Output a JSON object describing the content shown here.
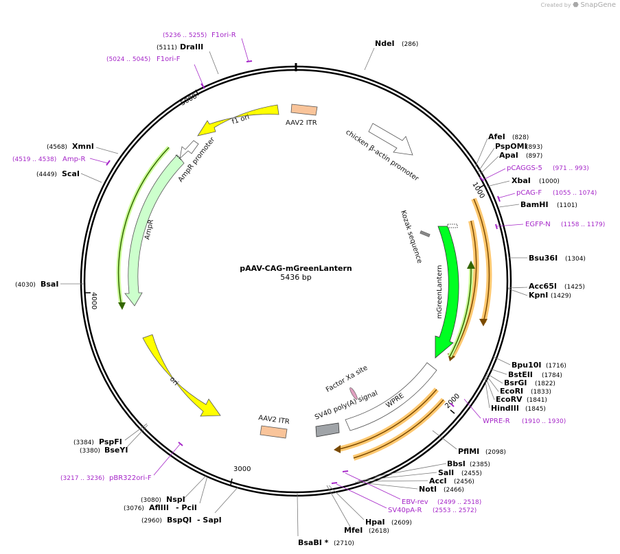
{
  "header": {
    "created_by": "Created by",
    "brand": "SnapGene"
  },
  "plasmid": {
    "name": "pAAV-CAG-mGreenLantern",
    "length_label": "5436 bp"
  },
  "ticks": [
    "1000",
    "2000",
    "3000",
    "4000",
    "5000"
  ],
  "sites": [
    {
      "name": "NdeI",
      "pos": "(286)"
    },
    {
      "name": "AfeI",
      "pos": "(828)"
    },
    {
      "name": "PspOMI",
      "pos": "(893)"
    },
    {
      "name": "ApaI",
      "pos": "(897)"
    },
    {
      "name": "XbaI",
      "pos": "(1000)"
    },
    {
      "name": "BamHI",
      "pos": "(1101)"
    },
    {
      "name": "Bsu36I",
      "pos": "(1304)"
    },
    {
      "name": "Acc65I",
      "pos": "(1425)"
    },
    {
      "name": "KpnI",
      "pos": "(1429)"
    },
    {
      "name": "Bpu10I",
      "pos": "(1716)"
    },
    {
      "name": "BstEII",
      "pos": "(1784)"
    },
    {
      "name": "BsrGI",
      "pos": "(1822)"
    },
    {
      "name": "EcoRI",
      "pos": "(1833)"
    },
    {
      "name": "EcoRV",
      "pos": "(1841)"
    },
    {
      "name": "HindIII",
      "pos": "(1845)"
    },
    {
      "name": "PflMI",
      "pos": "(2098)"
    },
    {
      "name": "BbsI",
      "pos": "(2385)"
    },
    {
      "name": "SalI",
      "pos": "(2455)"
    },
    {
      "name": "AccI",
      "pos": "(2456)"
    },
    {
      "name": "NotI",
      "pos": "(2466)"
    },
    {
      "name": "HpaI",
      "pos": "(2609)"
    },
    {
      "name": "MfeI",
      "pos": "(2618)"
    },
    {
      "name": "BsaBI *",
      "pos": "(2710)"
    },
    {
      "name": "BspQI",
      "pos": "(2960)",
      "extra": "- SapI"
    },
    {
      "name": "AflIII",
      "pos": "(3076)",
      "extra": "- PciI"
    },
    {
      "name": "NspI",
      "pos": "(3080)"
    },
    {
      "name": "BseYI",
      "pos": "(3380)"
    },
    {
      "name": "PspFI",
      "pos": "(3384)"
    },
    {
      "name": "BsaI",
      "pos": "(4030)"
    },
    {
      "name": "ScaI",
      "pos": "(4449)"
    },
    {
      "name": "XmnI",
      "pos": "(4568)"
    },
    {
      "name": "DraIII",
      "pos": "(5111)"
    }
  ],
  "primers": [
    {
      "name": "pCAGGS-5",
      "pos": "(971 .. 993)"
    },
    {
      "name": "pCAG-F",
      "pos": "(1055 .. 1074)"
    },
    {
      "name": "EGFP-N",
      "pos": "(1158 .. 1179)"
    },
    {
      "name": "WPRE-R",
      "pos": "(1910 .. 1930)"
    },
    {
      "name": "EBV-rev",
      "pos": "(2499 .. 2518)"
    },
    {
      "name": "SV40pA-R",
      "pos": "(2553 .. 2572)"
    },
    {
      "name": "pBR322ori-F",
      "pos": "(3217 .. 3236)"
    },
    {
      "name": "Amp-R",
      "pos": "(4519 .. 4538)"
    },
    {
      "name": "F1ori-F",
      "pos": "(5024 .. 5045)"
    },
    {
      "name": "F1ori-R",
      "pos": "(5236 .. 5255)"
    }
  ],
  "features": [
    {
      "name": "AAV2 ITR"
    },
    {
      "name": "chicken β-actin promoter"
    },
    {
      "name": "Kozak sequence"
    },
    {
      "name": "mGreenLantern"
    },
    {
      "name": "WPRE"
    },
    {
      "name": "Factor Xa site"
    },
    {
      "name": "SV40 poly(A) signal"
    },
    {
      "name": "AAV2 ITR"
    },
    {
      "name": "ori"
    },
    {
      "name": "AmpR"
    },
    {
      "name": "AmpR promoter"
    },
    {
      "name": "f1 ori"
    }
  ],
  "colors": {
    "itr": "#f9c49a",
    "ori": "#ffff00",
    "ampr": "#ccffcc",
    "gfp": "#00ff22",
    "orf": "#ffc870",
    "polya": "#a0a4a8",
    "primer": "#a526c8"
  }
}
